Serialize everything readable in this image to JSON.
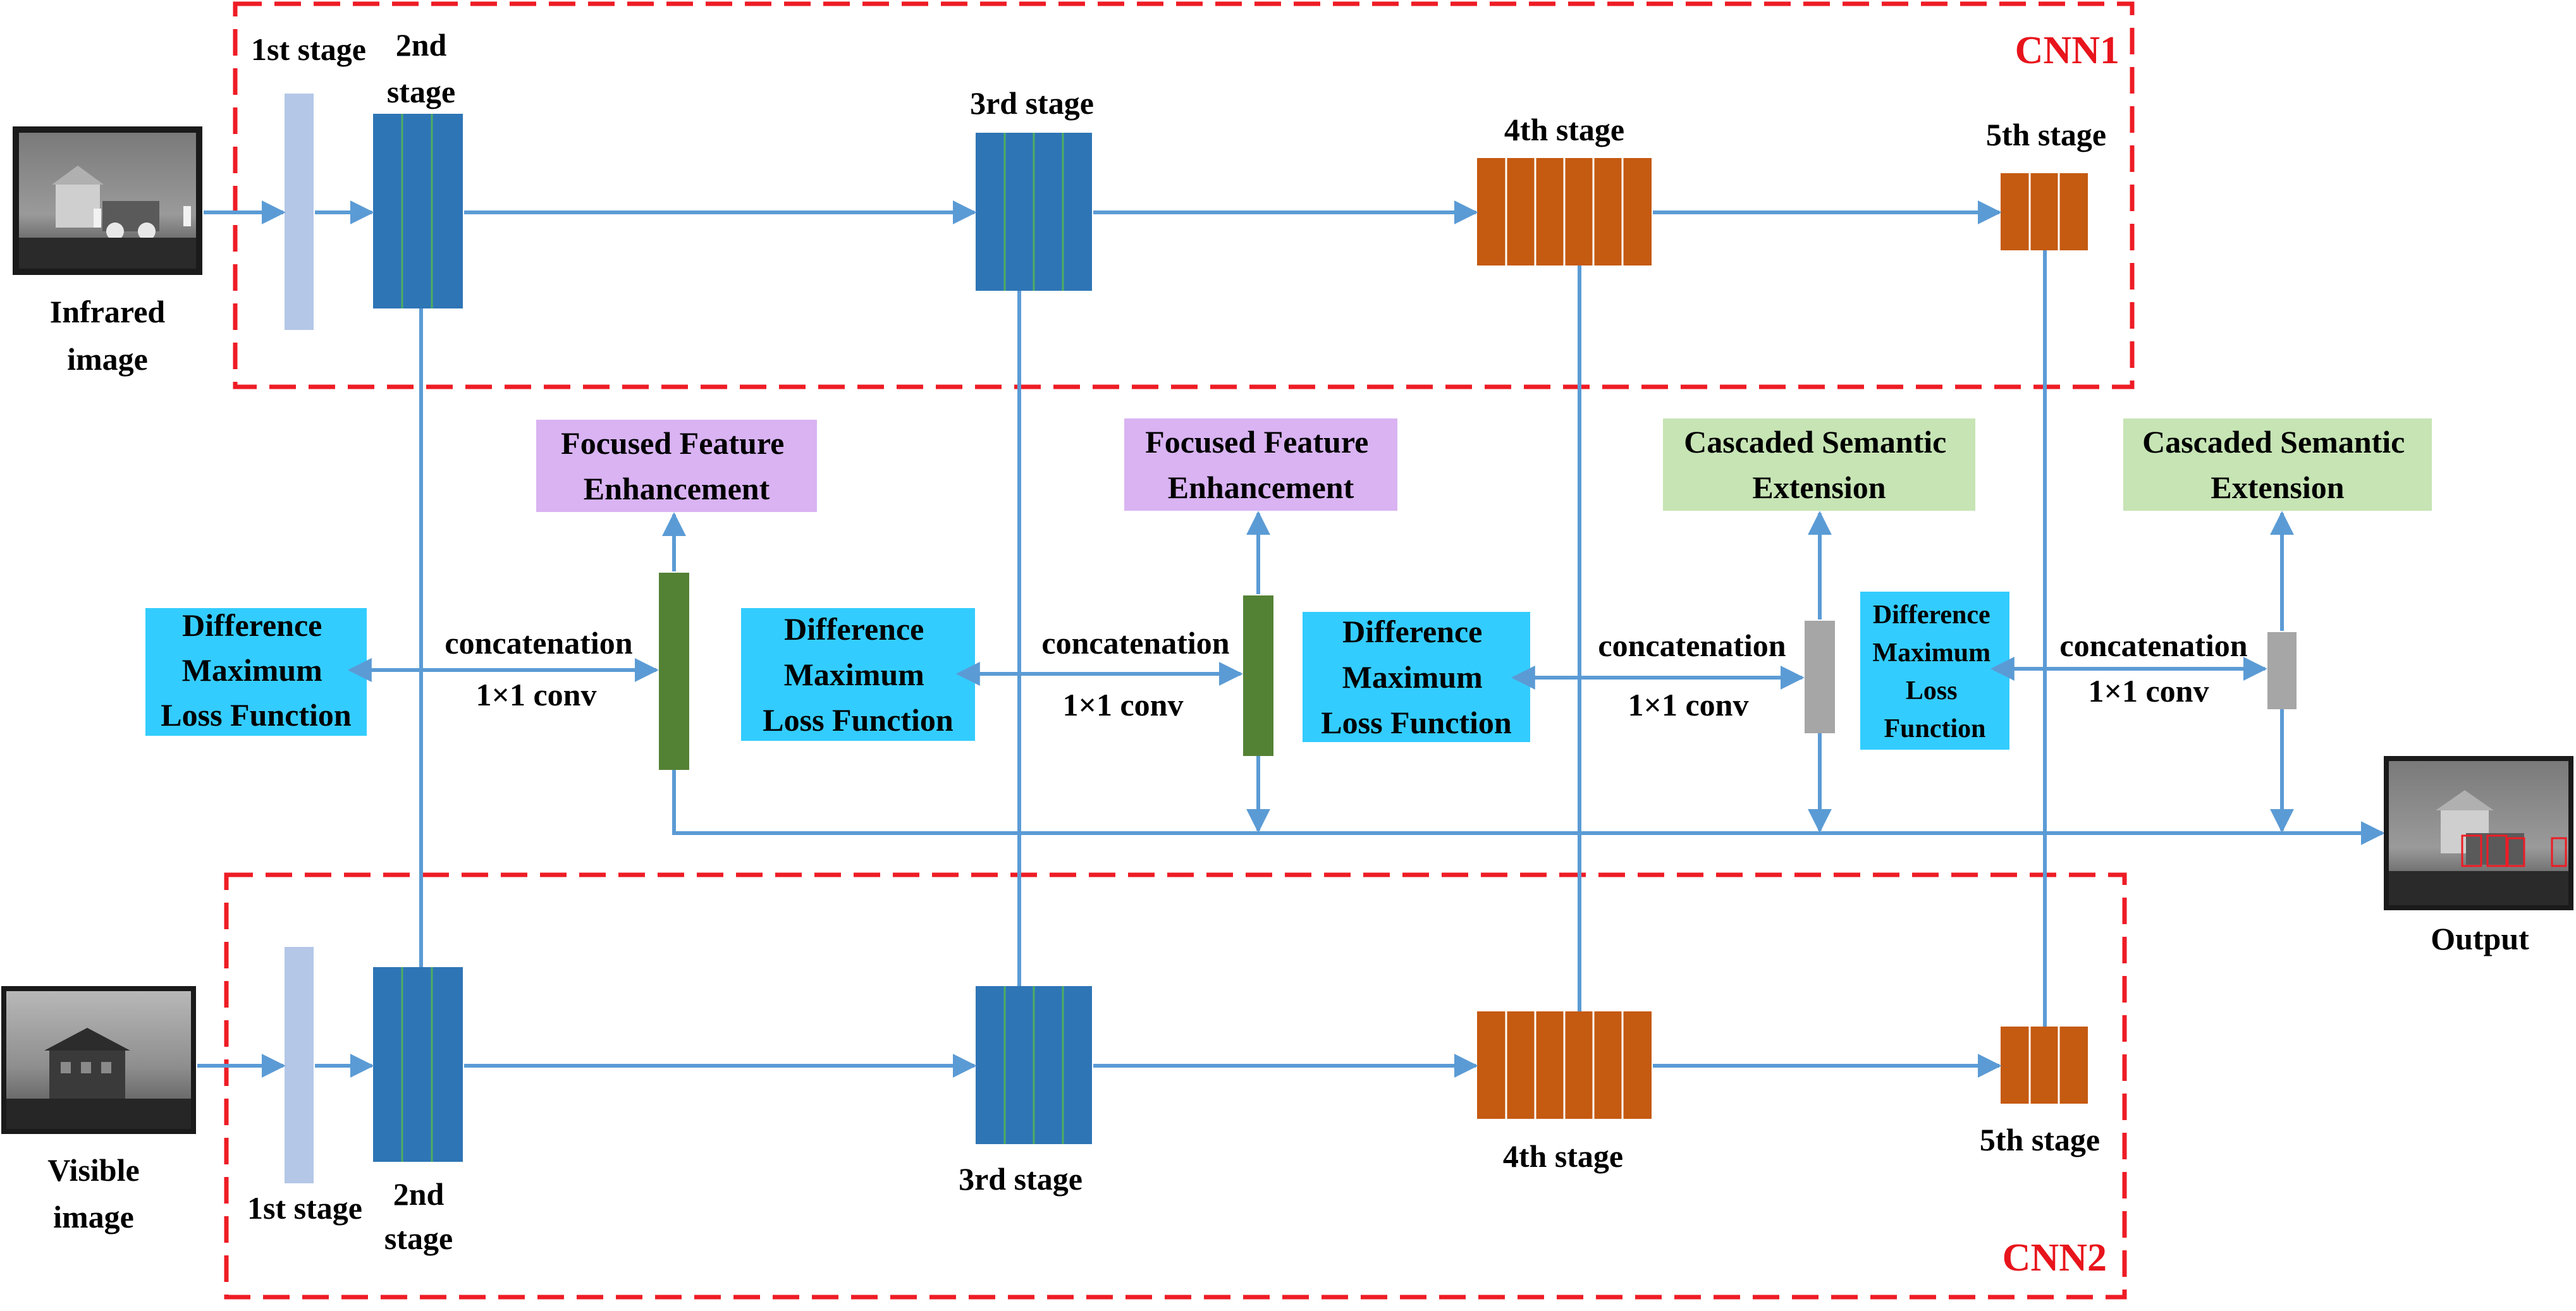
{
  "cnn1": {
    "label": "CNN1",
    "input_label": [
      "Infrared",
      "image"
    ],
    "stage1": "1st stage",
    "stage2": [
      "2nd",
      "stage"
    ],
    "stage3": "3rd stage",
    "stage4": "4th stage",
    "stage5": "5th stage"
  },
  "cnn2": {
    "label": "CNN2",
    "input_label": [
      "Visible",
      "image"
    ],
    "stage1": "1st stage",
    "stage2": [
      "2nd",
      "stage"
    ],
    "stage3": "3rd stage",
    "stage4": "4th stage",
    "stage5": "5th stage"
  },
  "modules": {
    "ffe1": [
      "Focused Feature",
      "Enhancement"
    ],
    "ffe2": [
      "Focused Feature",
      "Enhancement"
    ],
    "cse1": [
      "Cascaded Semantic",
      "Extension"
    ],
    "cse2": [
      "Cascaded Semantic",
      "Extension"
    ],
    "dml1": [
      "Difference",
      "Maximum",
      "Loss Function"
    ],
    "dml2": [
      "Difference",
      "Maximum",
      "Loss Function"
    ],
    "dml3": [
      "Difference",
      "Maximum",
      "Loss Function"
    ],
    "dml4": [
      "Difference",
      "Maximum",
      "Loss",
      "Function"
    ]
  },
  "fusion": {
    "concat_label": "concatenation",
    "conv_label": "1×1 conv"
  },
  "output_label": "Output",
  "colors": {
    "arrow": "#5b9bd5",
    "dashed_border": "#ee1c25",
    "stage1": "#b4c7e7",
    "blue_stage": "#2e75b6",
    "orange_stage": "#c55a11",
    "ffe_box": "#d9b3f2",
    "cse_box": "#c6e4b4",
    "dml_box": "#33ccff",
    "green_bar": "#548235",
    "gray_bar": "#a6a6a6"
  }
}
